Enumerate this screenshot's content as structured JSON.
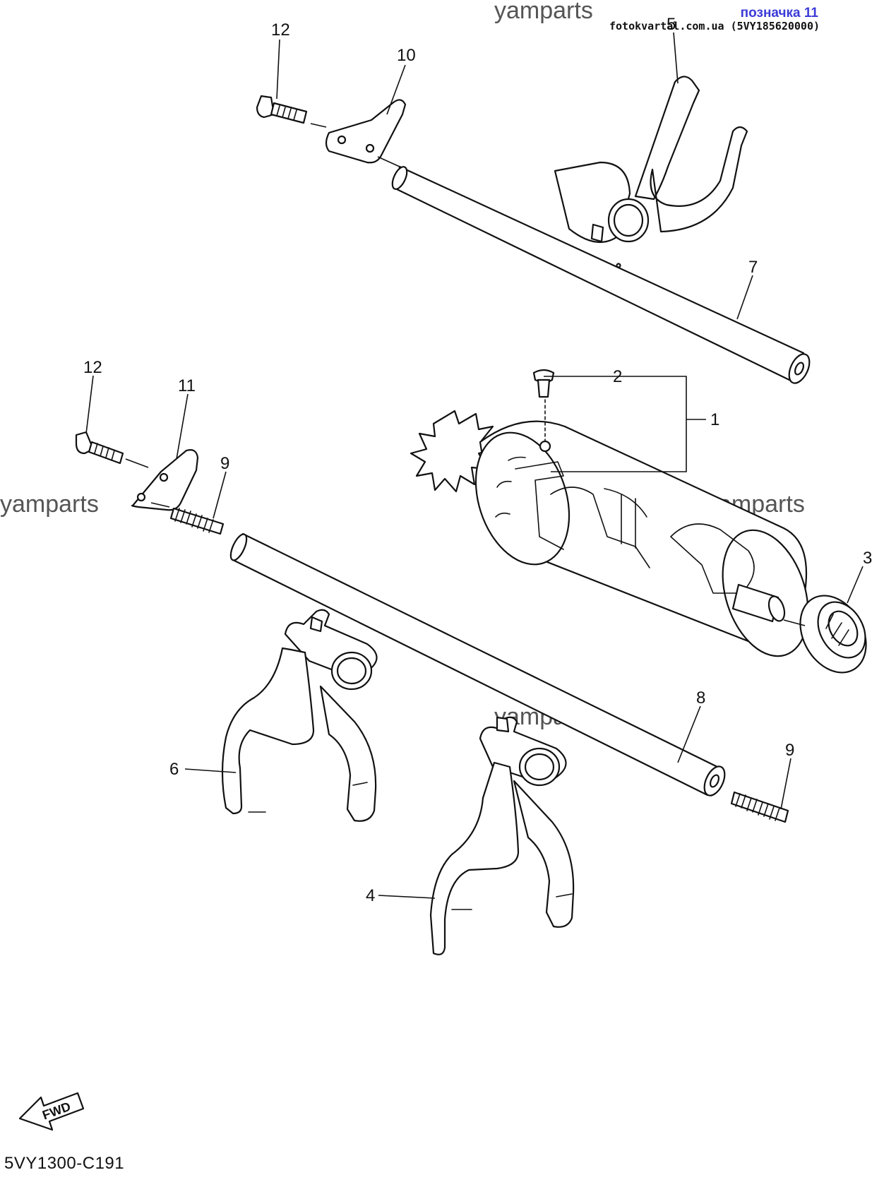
{
  "header": {
    "tag_label": "позначка 11",
    "source_note": "fotokvartal.com.ua (5VY185620000)"
  },
  "watermarks": [
    "yamparts",
    "yamparts",
    "yamparts",
    "yamparts"
  ],
  "callouts": {
    "c1": "1",
    "c2": "2",
    "c3": "3",
    "c4": "4",
    "c5": "5",
    "c6": "6",
    "c7": "7",
    "c8": "8",
    "c9a": "9",
    "c9b": "9",
    "c10": "10",
    "c11": "11",
    "c12a": "12",
    "c12b": "12"
  },
  "fwd_label": "FWD",
  "diagram_code": "5VY1300-C191"
}
